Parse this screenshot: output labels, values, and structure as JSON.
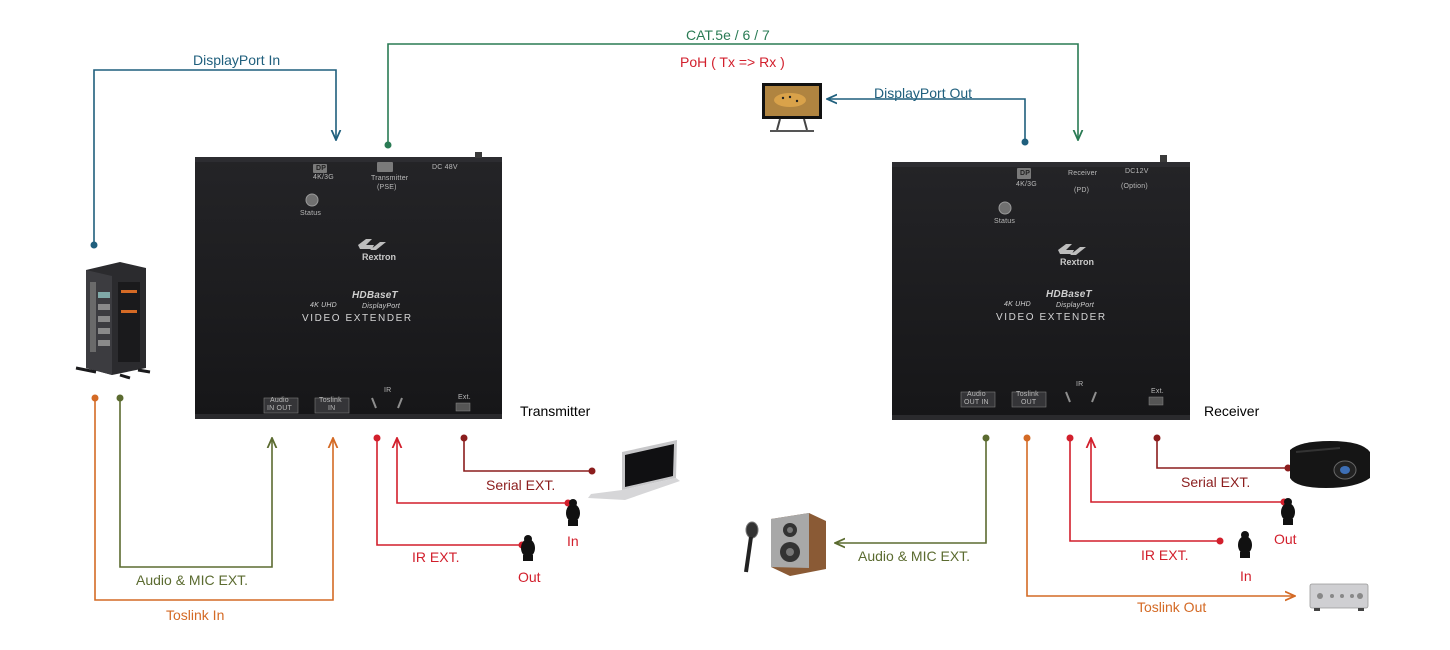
{
  "labels": {
    "displayport_in": "DisplayPort In",
    "cat5": "CAT.5e / 6 / 7",
    "poh": "PoH ( Tx => Rx )",
    "displayport_out": "DisplayPort Out",
    "transmitter": "Transmitter",
    "receiver": "Receiver",
    "serial_ext_tx": "Serial EXT.",
    "serial_ext_rx": "Serial EXT.",
    "ir_ext_tx": "IR EXT.",
    "ir_ext_rx": "IR EXT.",
    "audio_mic_tx": "Audio & MIC EXT.",
    "audio_mic_rx": "Audio & MIC EXT.",
    "toslink_in": "Toslink In",
    "toslink_out": "Toslink Out",
    "in_tx": "In",
    "out_tx": "Out",
    "out_rx": "Out",
    "in_rx": "In"
  },
  "device_tx": {
    "port_dp": "4K/3G",
    "port_dp_badge": "DP",
    "port_link": "Transmitter",
    "port_link_sub": "(PSE)",
    "port_dc": "DC 48V",
    "status": "Status",
    "brand": "Rextron",
    "model_top": "4K UHD",
    "model_mid": "HDBaseT",
    "model_right": "DisplayPort",
    "model_bottom": "VIDEO EXTENDER",
    "btm_audio": "Audio",
    "btm_audio_sub": "IN  OUT",
    "btm_toslink": "Toslink",
    "btm_toslink_sub": "IN",
    "btm_ir": "IR",
    "btm_ext": "Ext."
  },
  "device_rx": {
    "port_dp": "4K/3G",
    "port_dp_badge": "DP",
    "port_link": "Receiver",
    "port_link_sub": "(PD)",
    "port_dc": "DC12V",
    "port_dc_sub": "(Option)",
    "status": "Status",
    "brand": "Rextron",
    "model_top": "4K UHD",
    "model_mid": "HDBaseT",
    "model_right": "DisplayPort",
    "model_bottom": "VIDEO EXTENDER",
    "btm_audio": "Audio",
    "btm_audio_sub": "OUT  IN",
    "btm_toslink": "Toslink",
    "btm_toslink_sub": "OUT",
    "btm_ir": "IR",
    "btm_ext": "Ext."
  },
  "colors": {
    "blue": "#1f5f7d",
    "green": "#2a7b54",
    "red": "#d21f2c",
    "olive": "#5b6b30",
    "orange": "#d46a25",
    "maroon": "#8b1d1d",
    "device": "#1c1c1e"
  },
  "icons": [
    "pc-tower-icon",
    "monitor-icon",
    "laptop-icon",
    "ir-sensor-icon",
    "speaker-icon",
    "microphone-icon",
    "projector-icon",
    "amplifier-icon"
  ]
}
